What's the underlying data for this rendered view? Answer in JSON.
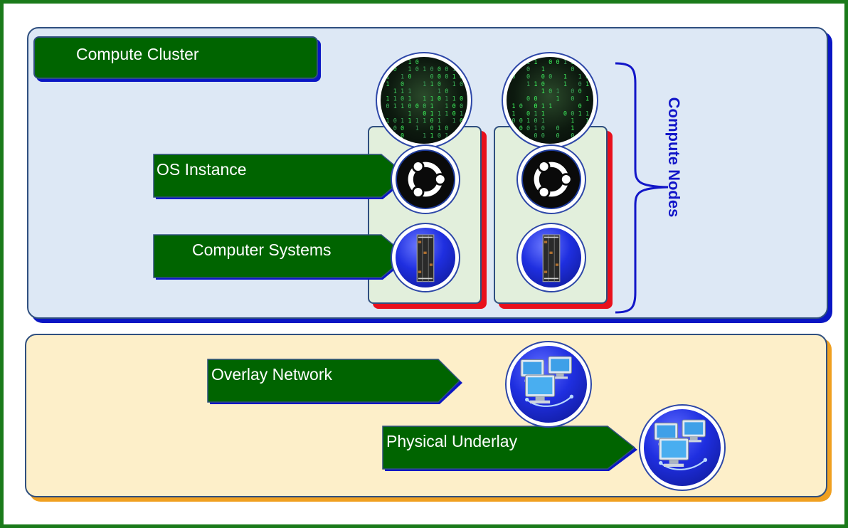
{
  "cluster": {
    "title": "Compute Cluster",
    "nodes_label": "Compute Nodes"
  },
  "labels": {
    "os_instance": "OS Instance",
    "computer_systems": "Computer Systems",
    "overlay_network": "Overlay Network",
    "physical_underlay": "Physical Underlay"
  },
  "nodes": [
    {
      "icons": [
        "matrix-code-icon",
        "ubuntu-icon",
        "blade-server-icon"
      ]
    },
    {
      "icons": [
        "matrix-code-icon",
        "ubuntu-icon",
        "blade-server-icon"
      ]
    }
  ],
  "network_icons": [
    "networked-computers-icon",
    "networked-computers-icon"
  ],
  "colors": {
    "frame_border": "#1a7a1a",
    "cluster_panel": "#dde8f5",
    "cluster_shadow": "#0a16c4",
    "network_panel": "#fdefc9",
    "network_shadow": "#f0a020",
    "label_fill": "#006400",
    "node_card": "#e2efdc",
    "node_shadow": "#e8101c",
    "nodes_text": "#1216c8"
  }
}
